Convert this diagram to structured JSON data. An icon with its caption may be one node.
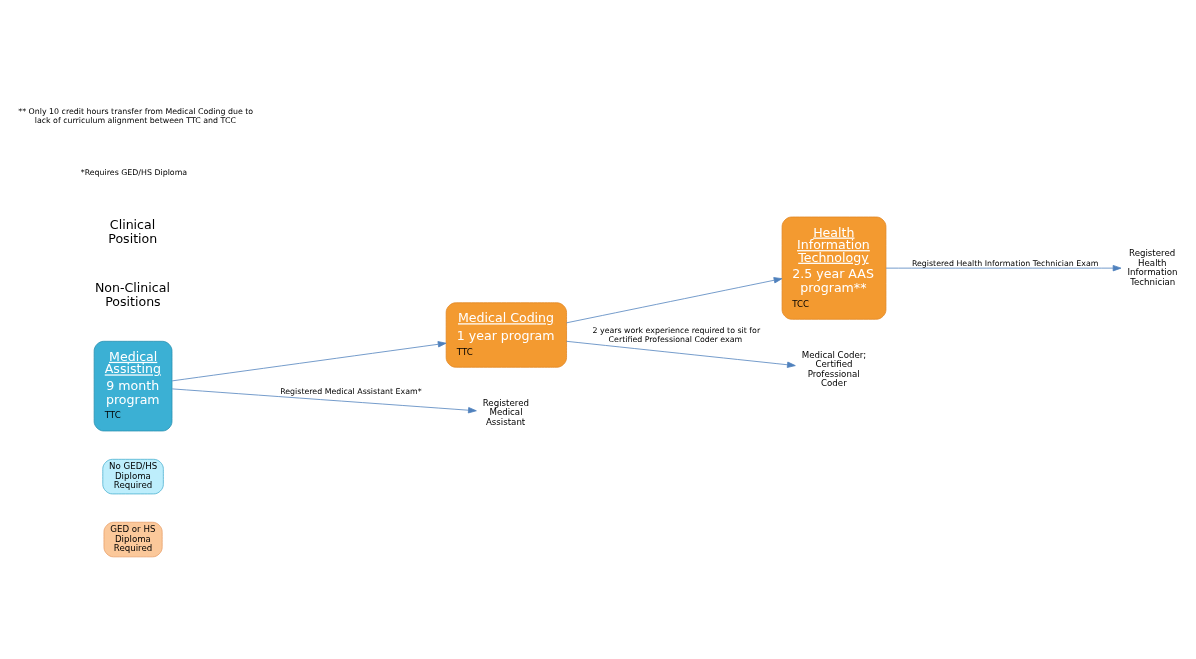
{
  "diagram": {
    "nodes": [
      {
        "text": [
          "GED or HS Diploma Required"
        ]
      },
      {
        "text": [
          "No GED/HS Diploma Required"
        ]
      },
      {
        "text": [
          "Medical Assisting",
          "9 month program",
          "TTC"
        ]
      },
      {
        "text": [
          "Medical Coding",
          "1 year program",
          "TTC"
        ]
      },
      {
        "text": [
          "Health Information Technology",
          "2.5 year AAS program**",
          "TCC"
        ]
      },
      {
        "text": [
          "Registered Health Information Technician"
        ]
      },
      {
        "text": [
          "Medical Coder; Certified Professional Coder"
        ]
      },
      {
        "text": [
          "Registered Medical Assistant"
        ]
      }
    ],
    "edges": [
      {
        "from": 2,
        "to": 3,
        "arrow": "to"
      },
      {
        "from": 3,
        "to": 4,
        "arrow": "to"
      },
      {
        "from": 4,
        "to": 5,
        "label": "Registered Health Information Technician Exam",
        "arrow": "to"
      },
      {
        "from": 3,
        "to": 6,
        "label": "2 years work experience required to sit for Certified Professional Coder exam",
        "arrow": "to"
      },
      {
        "from": 2,
        "to": 7,
        "label": "Registered Medical Assistant Exam*",
        "arrow": "to"
      }
    ],
    "labels": [
      "Non-Clinical Positions",
      "Clinical Position",
      "*Requires GED/HS Diploma",
      "** Only 10 credit hours transfer from Medical Coding due to lack of curriculum alignment between TTC and TCC"
    ]
  }
}
